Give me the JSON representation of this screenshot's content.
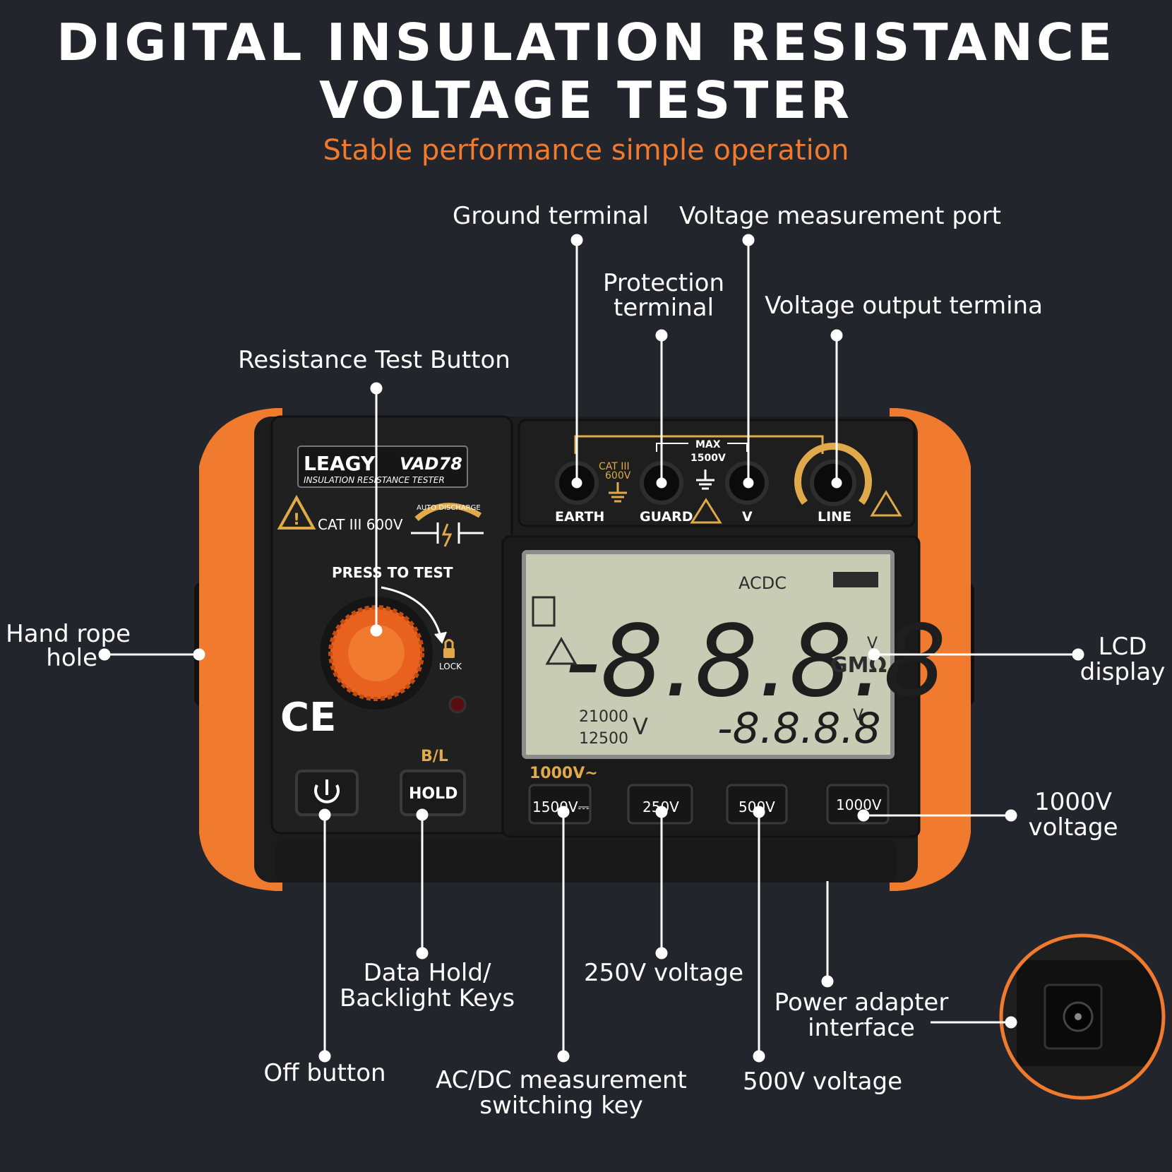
{
  "header": {
    "title_line1": "DIGITAL INSULATION RESISTANCE",
    "title_line2": "VOLTAGE TESTER",
    "subtitle": "Stable performance simple operation"
  },
  "callouts": {
    "ground_terminal": "Ground terminal",
    "voltage_measurement_port": "Voltage measurement port",
    "protection_terminal_1": "Protection",
    "protection_terminal_2": "terminal",
    "voltage_output_terminal": "Voltage output termina",
    "resistance_test_button": "Resistance Test Button",
    "hand_rope_hole_1": "Hand rope",
    "hand_rope_hole_2": "hole",
    "lcd_display_1": "LCD",
    "lcd_display_2": "display",
    "v1000_1": "1000V",
    "v1000_2": "voltage",
    "data_hold_1": "Data Hold/",
    "data_hold_2": "Backlight Keys",
    "v250": "250V voltage",
    "power_adapter_1": "Power adapter",
    "power_adapter_2": "interface",
    "off_button": "Off button",
    "acdc_1": "AC/DC measurement",
    "acdc_2": "switching key",
    "v500": "500V voltage"
  },
  "device": {
    "brand": "LEAGY",
    "model": "VAD78",
    "model_sub": "INSULATION  RESISTANCE  TESTER",
    "cat_left": "CAT III 600V",
    "auto_discharge": "AUTO DISCHARGE",
    "press_to_test": "PRESS TO TEST",
    "lock": "LOCK",
    "ce": "CE",
    "bl": "B/L",
    "hold": "HOLD",
    "cat_terminal_1": "CAT III",
    "cat_terminal_2": "600V",
    "max_1": "MAX",
    "max_2": "1500V",
    "earth": "EARTH",
    "guard": "GUARD",
    "v": "V",
    "line": "LINE",
    "ac_tilde": "1000V~",
    "buttons": [
      "1500V⎓",
      "250V",
      "500V",
      "1000V"
    ]
  },
  "lcd": {
    "acdc": "ACDC",
    "main": "-8.8.8.8",
    "unit_top": "V",
    "unit_main": "GMΩ",
    "small_left_1": "21000",
    "small_left_2": "12500",
    "small_left_unit": "V",
    "secondary": "-8.8.8.8",
    "secondary_unit": "V"
  },
  "colors": {
    "background": "#23252d",
    "accent_orange": "#f07a2e",
    "device_body": "#1c1c1c",
    "lcd": "#c9ccb4",
    "gold": "#e0a94a"
  }
}
